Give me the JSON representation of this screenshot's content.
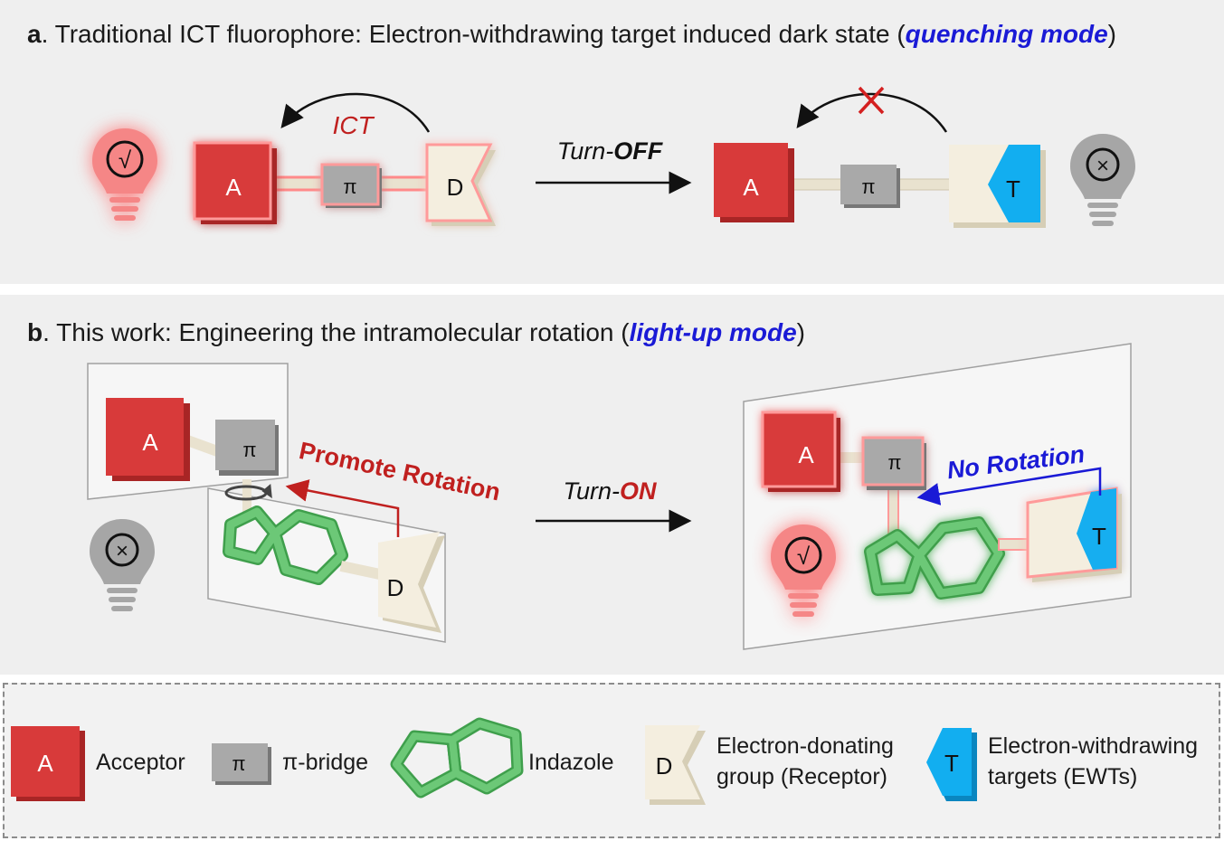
{
  "panel_a": {
    "label": "a",
    "title": ". Traditional ICT fluorophore: Electron-withdrawing target induced dark state (",
    "mode": "quenching mode",
    "title_end": ")",
    "ict_label": "ICT",
    "turn_prefix": "Turn-",
    "turn_state": "OFF",
    "acceptor": "A",
    "bridge": "π",
    "donor": "D",
    "target": "T"
  },
  "panel_b": {
    "label": "b",
    "title": ". This work: Engineering the intramolecular rotation (",
    "mode": "light-up mode",
    "title_end": ")",
    "promote_label": "Promote Rotation",
    "no_rotation_label": "No Rotation",
    "turn_prefix": "Turn-",
    "turn_state": "ON",
    "acceptor": "A",
    "bridge": "π",
    "donor": "D",
    "target": "T"
  },
  "legend": {
    "acceptor_symbol": "A",
    "acceptor": "Acceptor",
    "bridge_symbol": "π",
    "bridge": "π-bridge",
    "indazole": "Indazole",
    "donor_symbol": "D",
    "donor_line1": "Electron-donating",
    "donor_line2": "group (Receptor)",
    "target_symbol": "T",
    "target_line1": "Electron-withdrawing",
    "target_line2": "targets (EWTs)"
  },
  "icons": [
    "bulb-on-icon",
    "bulb-off-icon",
    "cross-mark-icon",
    "rotation-icon"
  ],
  "colors": {
    "acceptor": "#d83a3a",
    "bridge": "#a9a9a9",
    "donor": "#f4eedf",
    "target": "#12aef0",
    "indazole": "#6cc877",
    "mode_text": "#1a1ad6",
    "ict_text": "#c0201f",
    "glow": "#ff7b7b"
  }
}
